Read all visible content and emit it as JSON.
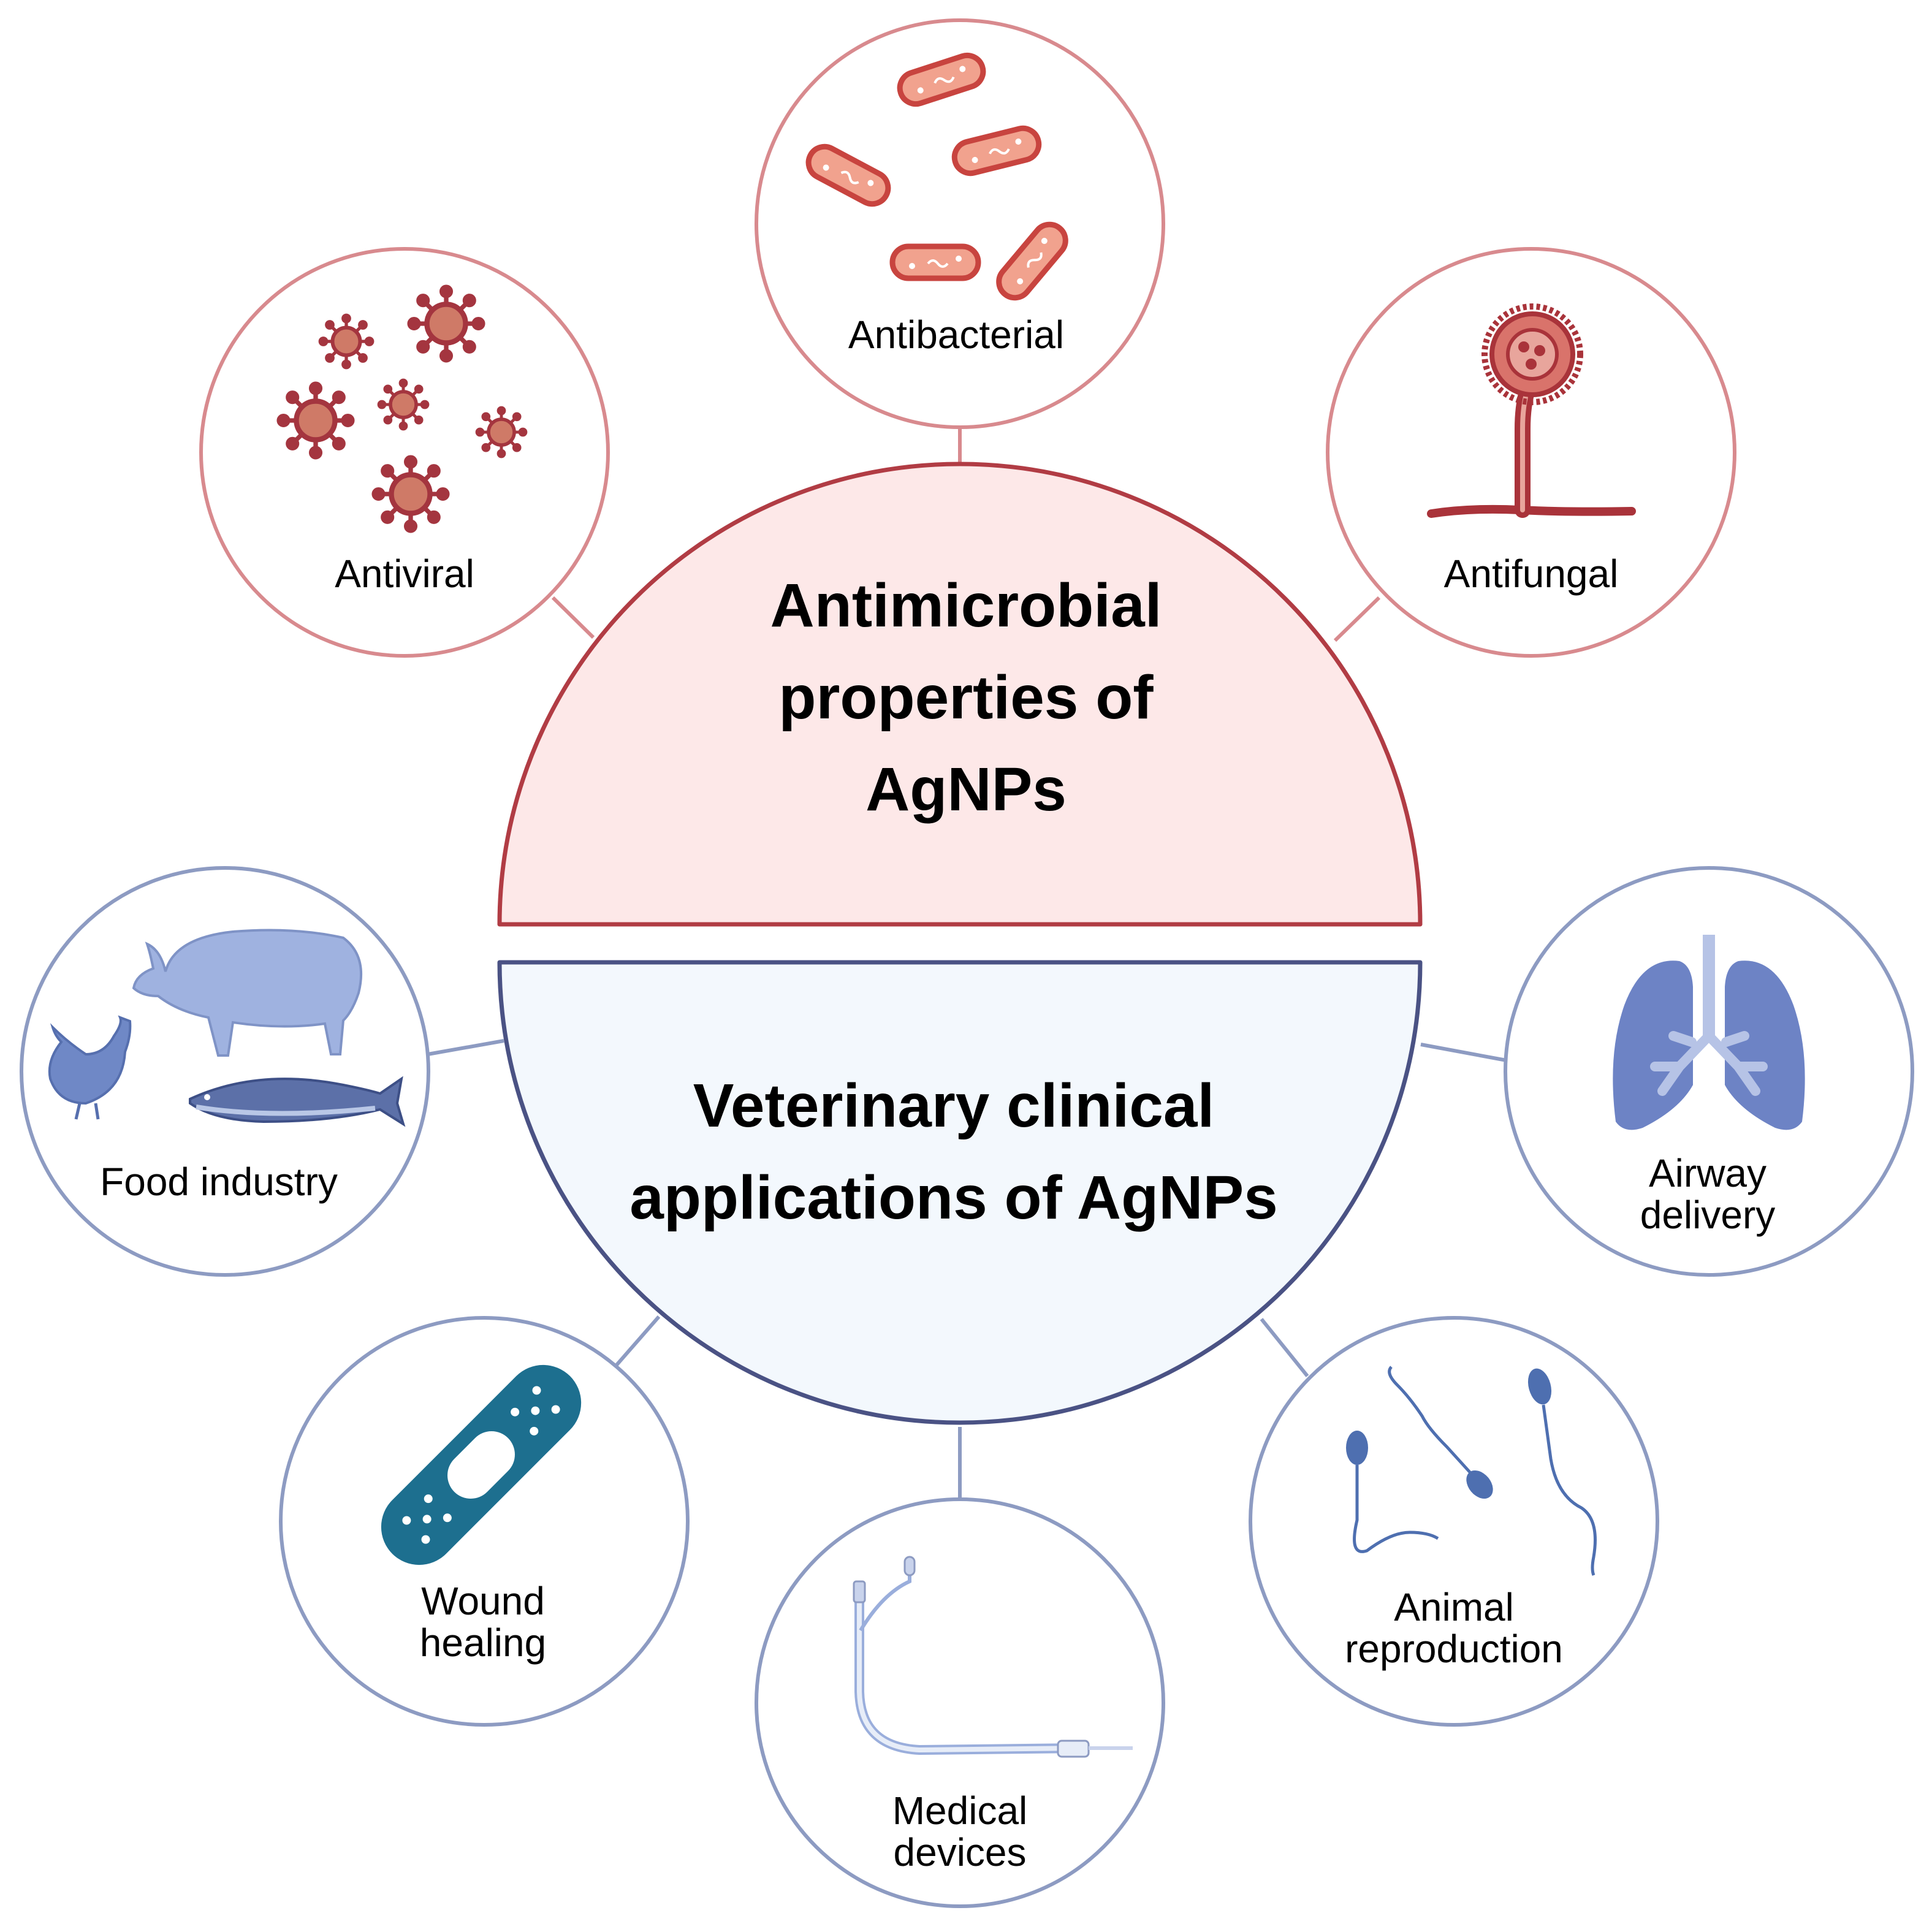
{
  "colors": {
    "top_fill": "#fde8e8",
    "top_stroke": "#b13c44",
    "bottom_fill": "#f3f8fd",
    "bottom_stroke": "#4a5284",
    "top_circle_stroke": "#d88a8e",
    "bottom_circle_stroke": "#8d9bc2",
    "virus": "#a4353f",
    "virus_core": "#cf7a67",
    "bacteria": "#c8443f",
    "bacteria_fill": "#f1a28e",
    "fungus": "#a9333a",
    "animal_blue": "#9fb2e0",
    "lung_blue": "#6d83c5",
    "bandage": "#1d6f8f",
    "sperm": "#4e6fb0",
    "tube": "#9aaedc"
  },
  "top_section": {
    "title_lines": [
      "Antimicrobial",
      "properties of",
      "AgNPs"
    ]
  },
  "bottom_section": {
    "title_lines": [
      "Veterinary clinical",
      "applications of AgNPs"
    ]
  },
  "nodes": {
    "antibacterial": {
      "label_lines": [
        "Antibacterial"
      ],
      "icon": "bacteria-icon"
    },
    "antiviral": {
      "label_lines": [
        "Antiviral"
      ],
      "icon": "virus-icon"
    },
    "antifungal": {
      "label_lines": [
        "Antifungal"
      ],
      "icon": "fungus-icon"
    },
    "food_industry": {
      "label_lines": [
        "Food industry"
      ],
      "icon": "livestock-icon"
    },
    "airway_delivery": {
      "label_lines": [
        "Airway",
        "delivery"
      ],
      "icon": "lungs-icon"
    },
    "wound_healing": {
      "label_lines": [
        "Wound",
        "healing"
      ],
      "icon": "bandage-icon"
    },
    "medical_devices": {
      "label_lines": [
        "Medical",
        "devices"
      ],
      "icon": "catheter-icon"
    },
    "animal_reproduction": {
      "label_lines": [
        "Animal",
        "reproduction"
      ],
      "icon": "sperm-icon"
    }
  }
}
